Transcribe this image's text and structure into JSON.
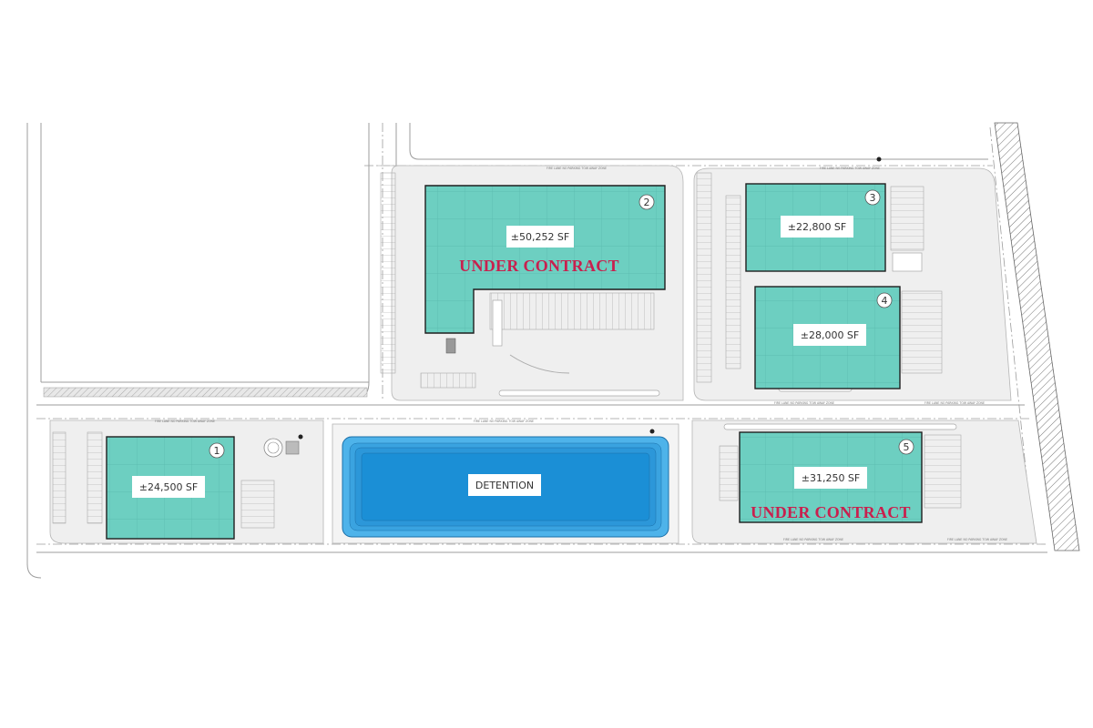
{
  "site": {
    "buildings": [
      {
        "number": "1",
        "area": "±24,500 SF",
        "status": ""
      },
      {
        "number": "2",
        "area": "±50,252 SF",
        "status": "UNDER CONTRACT"
      },
      {
        "number": "3",
        "area": "±22,800 SF",
        "status": ""
      },
      {
        "number": "4",
        "area": "±28,000 SF",
        "status": ""
      },
      {
        "number": "5",
        "area": "±31,250 SF",
        "status": "UNDER CONTRACT"
      }
    ],
    "detention": {
      "label": "DETENTION"
    }
  },
  "colors": {
    "building_fill": "#6dcfc1",
    "building_grid": "#4fb3a6",
    "detention_fill": "#1b8fd6",
    "detention_ring": "#4eb3ea",
    "paving": "#efefef",
    "under_contract": "#c8204e"
  }
}
